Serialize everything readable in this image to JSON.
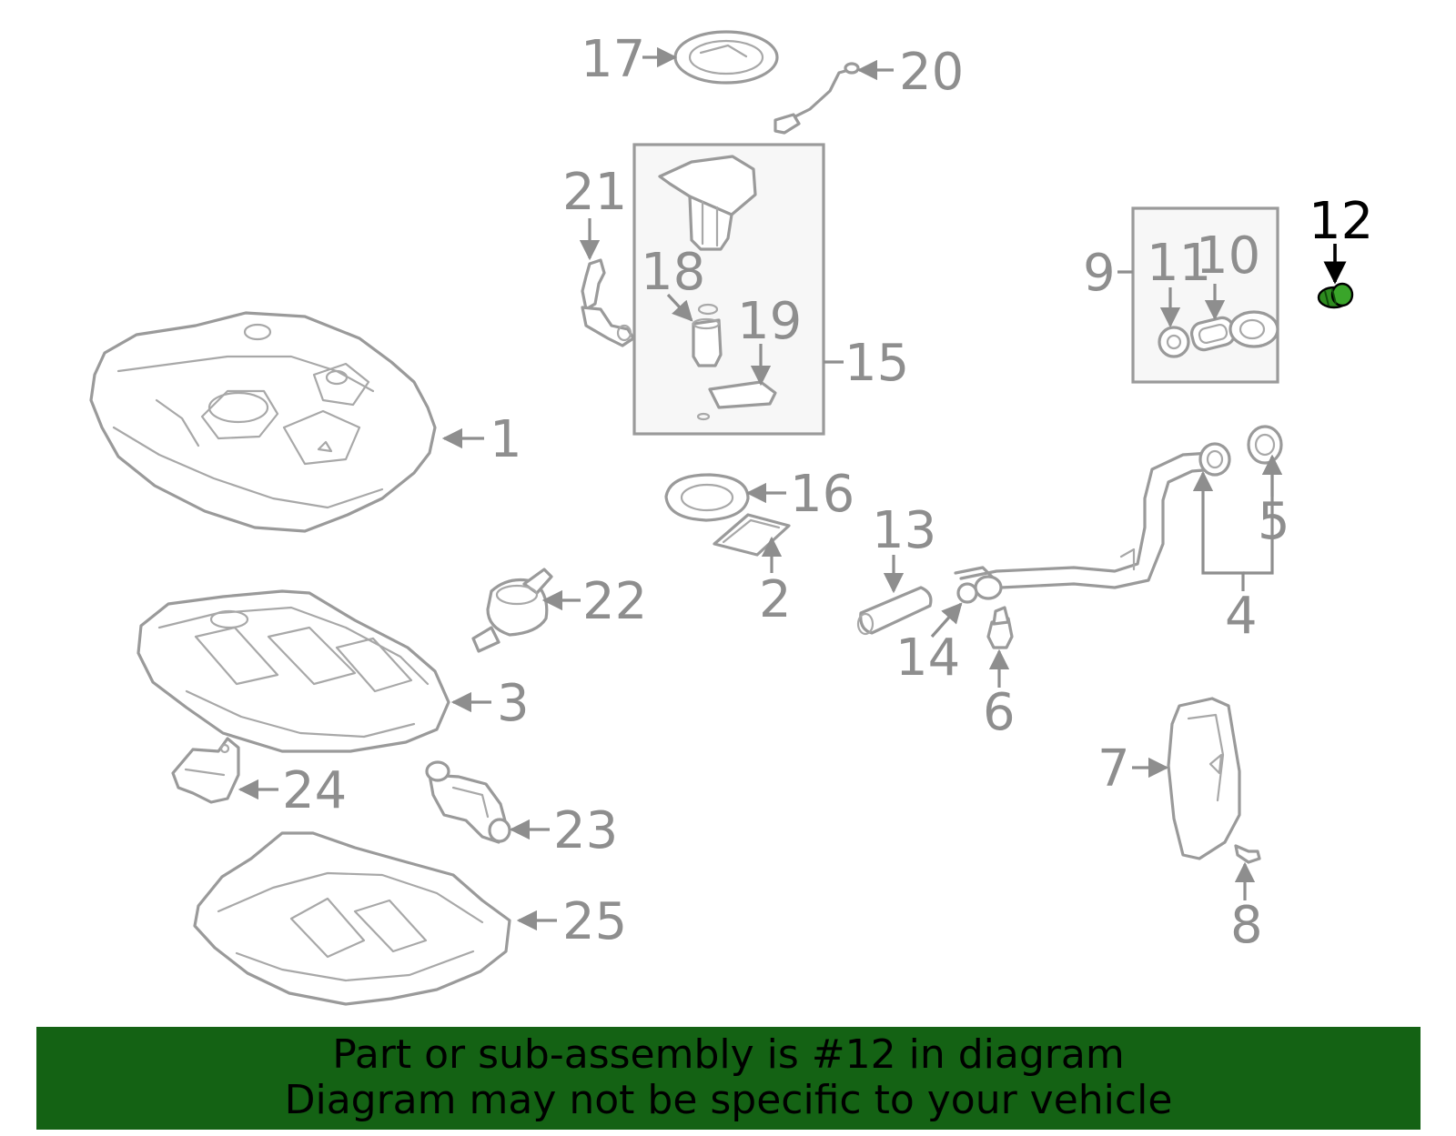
{
  "diagram": {
    "callouts": {
      "c1": "1",
      "c2": "2",
      "c3": "3",
      "c4": "4",
      "c5": "5",
      "c6": "6",
      "c7": "7",
      "c8": "8",
      "c9": "9",
      "c10": "10",
      "c11": "11",
      "c12": "12",
      "c13": "13",
      "c14": "14",
      "c15": "15",
      "c16": "16",
      "c17": "17",
      "c18": "18",
      "c19": "19",
      "c20": "20",
      "c21": "21",
      "c22": "22",
      "c23": "23",
      "c24": "24",
      "c25": "25"
    },
    "highlighted_part": "12",
    "colors": {
      "line_art": "#9a9a9a",
      "highlight_part": "#2e8b1f",
      "highlight_label": "#000000",
      "banner": "#146214"
    }
  },
  "banner": {
    "line1": "Part or sub-assembly is #12 in diagram",
    "line2": "Diagram may not be specific to your vehicle"
  }
}
